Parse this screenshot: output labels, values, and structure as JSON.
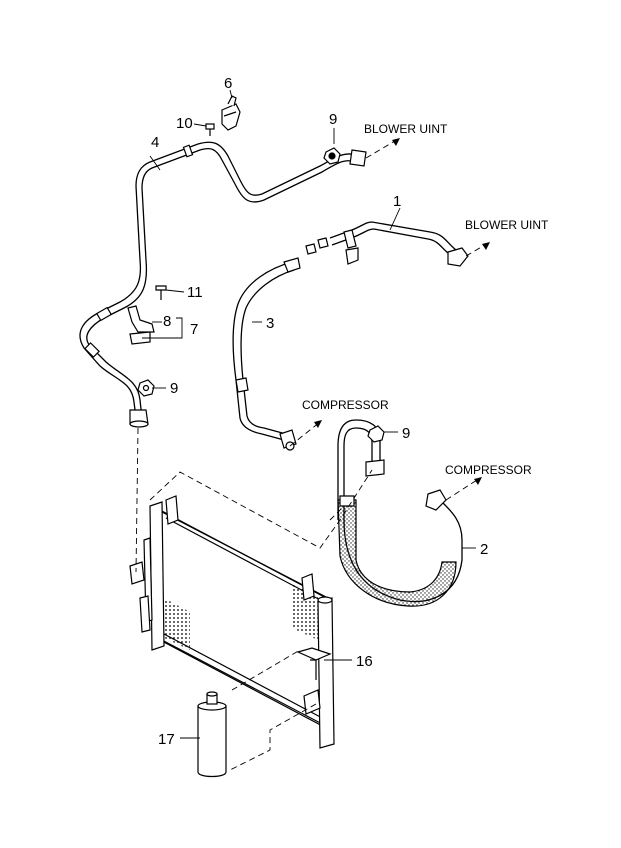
{
  "callouts": {
    "p1": "1",
    "p2": "2",
    "p3": "3",
    "p4": "4",
    "p6": "6",
    "p7": "7",
    "p8": "8",
    "p9a": "9",
    "p9b": "9",
    "p9c": "9",
    "p10": "10",
    "p11": "11",
    "p16": "16",
    "p17": "17"
  },
  "labels": {
    "blower_1": "BLOWER UINT",
    "blower_2": "BLOWER UINT",
    "compressor_1": "COMPRESSOR",
    "compressor_2": "COMPRESSOR"
  }
}
